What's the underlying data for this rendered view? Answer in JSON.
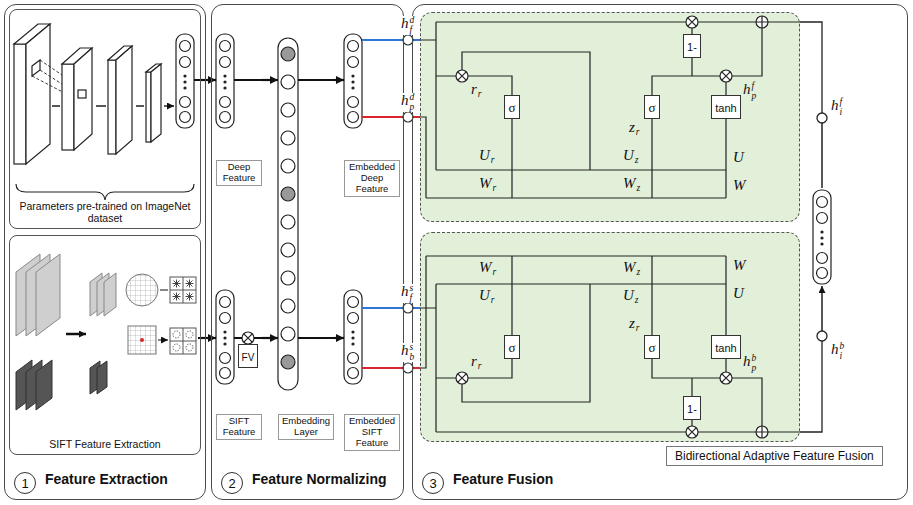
{
  "diagram": {
    "nodes": [
      {
        "text": [
          "Feature Extraction"
        ]
      },
      {
        "text": [
          "1"
        ],
        "in": 0
      },
      {
        "text": [
          "Parameters pre-trained on ImageNet dataset"
        ],
        "in": 0
      },
      {
        "text": [
          "SIFT Feature Extraction"
        ],
        "in": 0
      },
      {
        "text": [
          "Feature Normalizing"
        ]
      },
      {
        "text": [
          "2"
        ],
        "in": 4
      },
      {
        "text": [
          "Deep Feature"
        ],
        "in": 4
      },
      {
        "text": [
          "SIFT Feature"
        ],
        "in": 4
      },
      {
        "text": [
          "FV"
        ],
        "in": 4
      },
      {
        "text": [
          "Embedding Layer"
        ],
        "in": 4
      },
      {
        "text": [
          "Embedded Deep Feature"
        ],
        "in": 4
      },
      {
        "text": [
          "Embedded SIFT Feature"
        ],
        "in": 4
      },
      {
        "text": [
          "Feature Fusion"
        ]
      },
      {
        "text": [
          "3"
        ],
        "in": 12
      },
      {
        "text": [
          "r",
          "r",
          "z",
          "r",
          "h",
          "f",
          "p",
          "U",
          "r",
          "U",
          "z",
          "W",
          "r",
          "W",
          "z",
          "U",
          "W"
        ],
        "in": 12
      },
      {
        "text": [
          "σ"
        ],
        "in": 14
      },
      {
        "text": [
          "σ"
        ],
        "in": 14
      },
      {
        "text": [
          "tanh"
        ],
        "in": 14
      },
      {
        "text": [
          "1-"
        ],
        "in": 14
      },
      {
        "text": [
          "W",
          "r",
          "W",
          "z",
          "W",
          "U",
          "U",
          "r",
          "U",
          "z",
          "z",
          "r",
          "r",
          "r",
          "h",
          "b",
          "p"
        ],
        "in": 12
      },
      {
        "text": [
          "σ"
        ],
        "in": 19
      },
      {
        "text": [
          "σ"
        ],
        "in": 19
      },
      {
        "text": [
          "tanh"
        ],
        "in": 19
      },
      {
        "text": [
          "1-"
        ],
        "in": 19
      },
      {
        "text": [
          "Bidirectional Adaptive Feature Fusion"
        ],
        "in": 12
      }
    ],
    "edges": [
      {
        "from": 2,
        "to": 6,
        "arrow": "to"
      },
      {
        "from": 3,
        "to": 7,
        "arrow": "to"
      },
      {
        "from": 6,
        "to": 9,
        "arrow": "to"
      },
      {
        "from": 7,
        "to": 9,
        "arrow": "to"
      },
      {
        "from": 9,
        "to": 10,
        "arrow": "to"
      },
      {
        "from": 9,
        "to": 11,
        "arrow": "to"
      },
      {
        "from": 10,
        "to": 14,
        "arrow": "none"
      },
      {
        "from": 10,
        "to": 14,
        "arrow": "none"
      },
      {
        "from": 11,
        "to": 19,
        "arrow": "none"
      },
      {
        "from": 11,
        "to": 19,
        "arrow": "none"
      }
    ],
    "labels": [
      "h",
      "d",
      "f",
      "h",
      "d",
      "p",
      "h",
      "s",
      "f",
      "h",
      "s",
      "b",
      "h",
      "f",
      "i",
      "h",
      "b",
      "i"
    ]
  }
}
